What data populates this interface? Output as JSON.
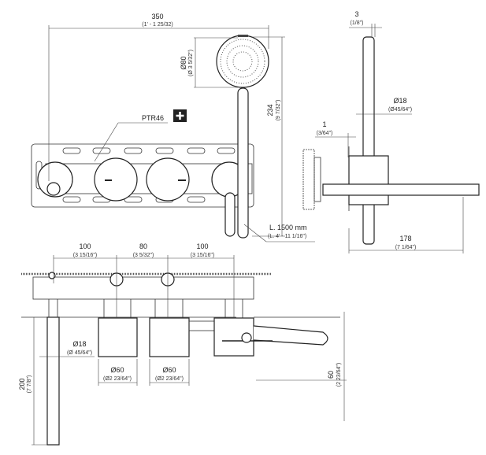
{
  "top_view": {
    "width_dim": "350",
    "width_dim_imperial": "(1' - 1 25/32)",
    "head_dia": "Ø80",
    "head_dia_imperial": "(Ø 3 5/32\")",
    "height_dim": "234",
    "height_dim_imperial": "(9 7/32\")",
    "part_code": "PTR46",
    "hose_length": "L. 1500 mm",
    "hose_length_imperial": "(L. 4' - 11 1/16\")"
  },
  "side_view": {
    "thickness_dim": "3",
    "thickness_dim_imperial": "(1/8\")",
    "handle_dia": "Ø18",
    "handle_dia_imperial": "(Ø45/64\")",
    "gap_dim": "1",
    "gap_dim_imperial": "(3/64\")",
    "depth_dim": "178",
    "depth_dim_imperial": "(7 1/64\")"
  },
  "bottom_view": {
    "spacing": [
      {
        "value": "100",
        "imperial": "(3 15/16\")"
      },
      {
        "value": "80",
        "imperial": "(3 5/32\")"
      },
      {
        "value": "100",
        "imperial": "(3 15/16\")"
      }
    ],
    "pipe_dia": "Ø18",
    "pipe_dia_imperial": "(Ø 45/64\")",
    "knob1_dia": "Ø60",
    "knob1_dia_imperial": "(Ø2 23/64\")",
    "knob2_dia": "Ø60",
    "knob2_dia_imperial": "(Ø2 23/64\")",
    "pipe_length": "200",
    "pipe_length_imperial": "(7 7/8\")",
    "knob_depth": "60",
    "knob_depth_imperial": "(2 23/64\")"
  }
}
